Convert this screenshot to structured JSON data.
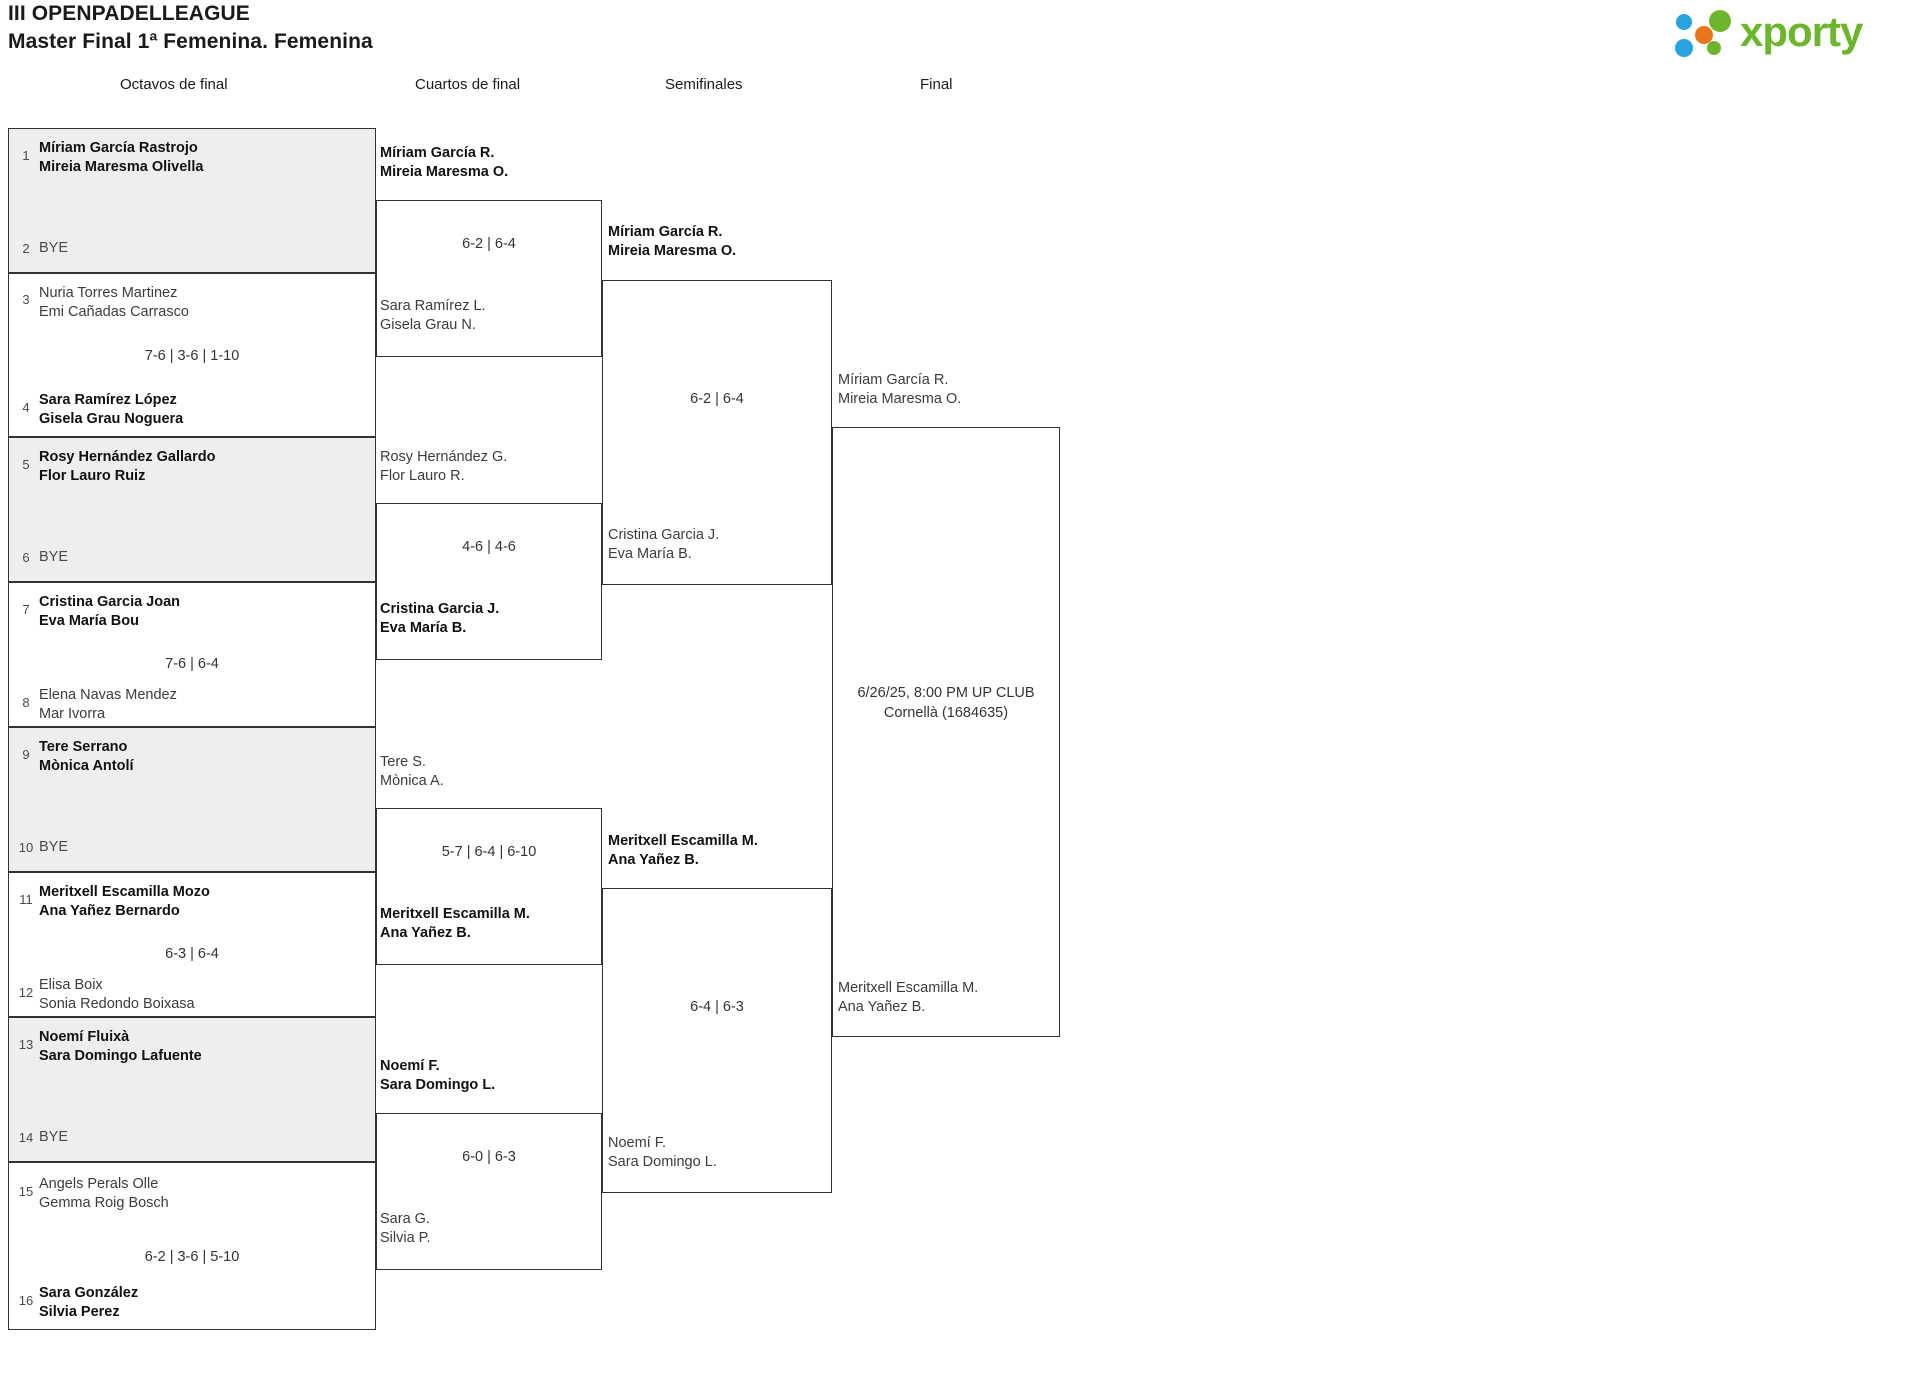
{
  "header": {
    "line1": "III OPENPADELLEAGUE",
    "line2": "Master Final 1ª Femenina. Femenina",
    "logo_text": "xporty",
    "logo_colors": {
      "green": "#6cb52d",
      "blue": "#29a3e0",
      "orange": "#e8751a"
    }
  },
  "rounds": [
    {
      "id": "octavos",
      "label": "Octavos de final"
    },
    {
      "id": "cuartos",
      "label": "Cuartos de final"
    },
    {
      "id": "semis",
      "label": "Semifinales"
    },
    {
      "id": "final",
      "label": "Final"
    }
  ],
  "round1": {
    "matches": [
      {
        "seed_top": "1",
        "top_line1": "Míriam García Rastrojo",
        "top_line2": "Mireia Maresma Olivella",
        "top_winner": true,
        "seed_bot": "2",
        "bot_line1": "BYE",
        "bot_line2": "",
        "bot_winner": false,
        "score": "",
        "shaded": true
      },
      {
        "seed_top": "3",
        "top_line1": "Nuria Torres Martinez",
        "top_line2": "Emi Cañadas Carrasco",
        "top_winner": false,
        "seed_bot": "4",
        "bot_line1": "Sara Ramírez López",
        "bot_line2": "Gisela Grau Noguera",
        "bot_winner": true,
        "score": "7-6 | 3-6 | 1-10",
        "shaded": false
      },
      {
        "seed_top": "5",
        "top_line1": "Rosy Hernández Gallardo",
        "top_line2": "Flor Lauro Ruiz",
        "top_winner": true,
        "seed_bot": "6",
        "bot_line1": "BYE",
        "bot_line2": "",
        "bot_winner": false,
        "score": "",
        "shaded": true
      },
      {
        "seed_top": "7",
        "top_line1": "Cristina Garcia Joan",
        "top_line2": "Eva María Bou",
        "top_winner": true,
        "seed_bot": "8",
        "bot_line1": "Elena Navas Mendez",
        "bot_line2": "Mar Ivorra",
        "bot_winner": false,
        "score": "7-6 | 6-4",
        "shaded": false
      },
      {
        "seed_top": "9",
        "top_line1": "Tere Serrano",
        "top_line2": "Mònica Antolí",
        "top_winner": true,
        "seed_bot": "10",
        "bot_line1": "BYE",
        "bot_line2": "",
        "bot_winner": false,
        "score": "",
        "shaded": true
      },
      {
        "seed_top": "11",
        "top_line1": "Meritxell Escamilla Mozo",
        "top_line2": "Ana Yañez Bernardo",
        "top_winner": true,
        "seed_bot": "12",
        "bot_line1": "Elisa Boix",
        "bot_line2": "Sonia Redondo Boixasa",
        "bot_winner": false,
        "score": "6-3 | 6-4",
        "shaded": false
      },
      {
        "seed_top": "13",
        "top_line1": "Noemí Fluixà",
        "top_line2": "Sara Domingo Lafuente",
        "top_winner": true,
        "seed_bot": "14",
        "bot_line1": "BYE",
        "bot_line2": "",
        "bot_winner": false,
        "score": "",
        "shaded": true
      },
      {
        "seed_top": "15",
        "top_line1": "Angels Perals Olle",
        "top_line2": "Gemma Roig Bosch",
        "top_winner": false,
        "seed_bot": "16",
        "bot_line1": "Sara González",
        "bot_line2": "Silvia Perez",
        "bot_winner": true,
        "score": "6-2 | 3-6 | 5-10",
        "shaded": false
      }
    ]
  },
  "round2": {
    "matches": [
      {
        "top_line1": "Míriam García R.",
        "top_line2": "Mireia Maresma O.",
        "top_winner": true,
        "bot_line1": "Sara Ramírez L.",
        "bot_line2": "Gisela Grau N.",
        "bot_winner": false,
        "score": "6-2 | 6-4"
      },
      {
        "top_line1": "Rosy Hernández G.",
        "top_line2": "Flor Lauro R.",
        "top_winner": false,
        "bot_line1": "Cristina Garcia J.",
        "bot_line2": "Eva María B.",
        "bot_winner": true,
        "score": "4-6 | 4-6"
      },
      {
        "top_line1": "Tere S.",
        "top_line2": "Mònica A.",
        "top_winner": false,
        "bot_line1": "Meritxell Escamilla M.",
        "bot_line2": "Ana Yañez B.",
        "bot_winner": true,
        "score": "5-7 | 6-4 | 6-10"
      },
      {
        "top_line1": "Noemí F.",
        "top_line2": "Sara Domingo L.",
        "top_winner": true,
        "bot_line1": "Sara G.",
        "bot_line2": "Silvia P.",
        "bot_winner": false,
        "score": "6-0 | 6-3"
      }
    ]
  },
  "round3": {
    "matches": [
      {
        "top_line1": "Míriam García R.",
        "top_line2": "Mireia Maresma O.",
        "top_winner": true,
        "bot_line1": "Cristina Garcia J.",
        "bot_line2": "Eva María B.",
        "bot_winner": false,
        "score": "6-2 | 6-4"
      },
      {
        "top_line1": "Meritxell Escamilla M.",
        "top_line2": "Ana Yañez B.",
        "top_winner": true,
        "bot_line1": "Noemí F.",
        "bot_line2": "Sara Domingo L.",
        "bot_winner": false,
        "score": "6-4 | 6-3"
      }
    ]
  },
  "round4": {
    "match": {
      "top_line1": "Míriam García R.",
      "top_line2": "Mireia Maresma O.",
      "top_winner": false,
      "bot_line1": "Meritxell Escamilla M.",
      "bot_line2": "Ana Yañez B.",
      "bot_winner": false,
      "info_line1": "6/26/25, 8:00 PM UP CLUB",
      "info_line2": "Cornellà (1684635)"
    }
  }
}
